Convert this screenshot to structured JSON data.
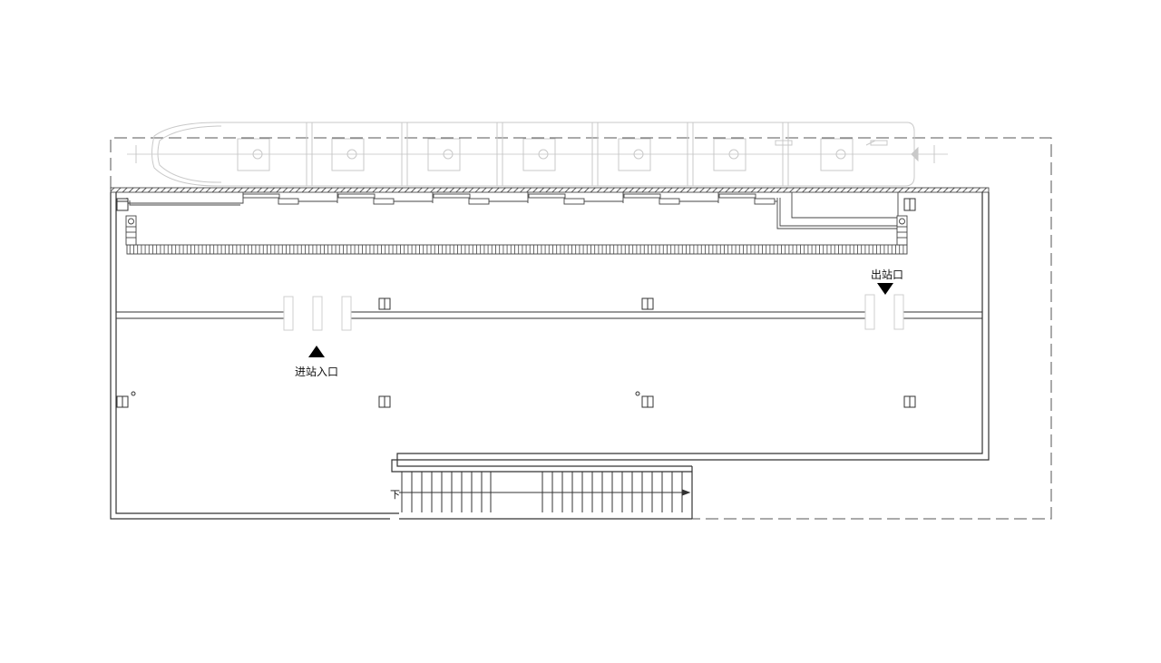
{
  "drawing": {
    "type": "station floor plan",
    "background": "#ffffff",
    "line_color": "#3a3a3a",
    "train_line_color": "#c8c8c8",
    "dashed_outline_color": "#555555"
  },
  "labels": {
    "entrance": "进站入口",
    "exit": "出站口",
    "stair_down": "下"
  },
  "markers": {
    "entrance_arrow": "up-triangle",
    "exit_arrow": "down-triangle"
  },
  "train": {
    "cars": 7,
    "direction_marker": "arrow"
  }
}
